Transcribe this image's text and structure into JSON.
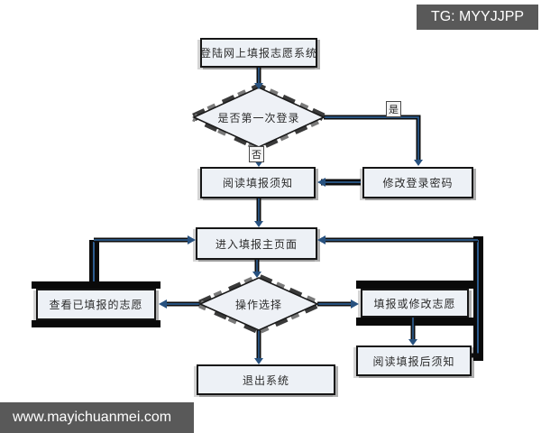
{
  "badge": {
    "text": "TG: MYYJJPP"
  },
  "footer": {
    "text": "www.mayichuanmei.com"
  },
  "flow": {
    "nodes": {
      "login": {
        "label": "登陆网上填报志愿系统"
      },
      "first_login": {
        "label": "是否第一次登录"
      },
      "read_notice": {
        "label": "阅读填报须知"
      },
      "change_password": {
        "label": "修改登录密码"
      },
      "main_page": {
        "label": "进入填报主页面"
      },
      "operation": {
        "label": "操作选择"
      },
      "view_submitted": {
        "label": "查看已填报的志愿"
      },
      "fill_modify": {
        "label": "填报或修改志愿"
      },
      "read_after": {
        "label": "阅读填报后须知"
      },
      "exit_system": {
        "label": "退出系统"
      }
    },
    "branch_labels": {
      "yes": "是",
      "no": "否"
    }
  },
  "colors": {
    "node_fill": "#edf1f6",
    "node_border": "#161616",
    "connector_black": "#0d0d0d",
    "connector_navy": "#2d5c8f",
    "banner_bg": "#595959",
    "banner_text": "#ffffff"
  }
}
